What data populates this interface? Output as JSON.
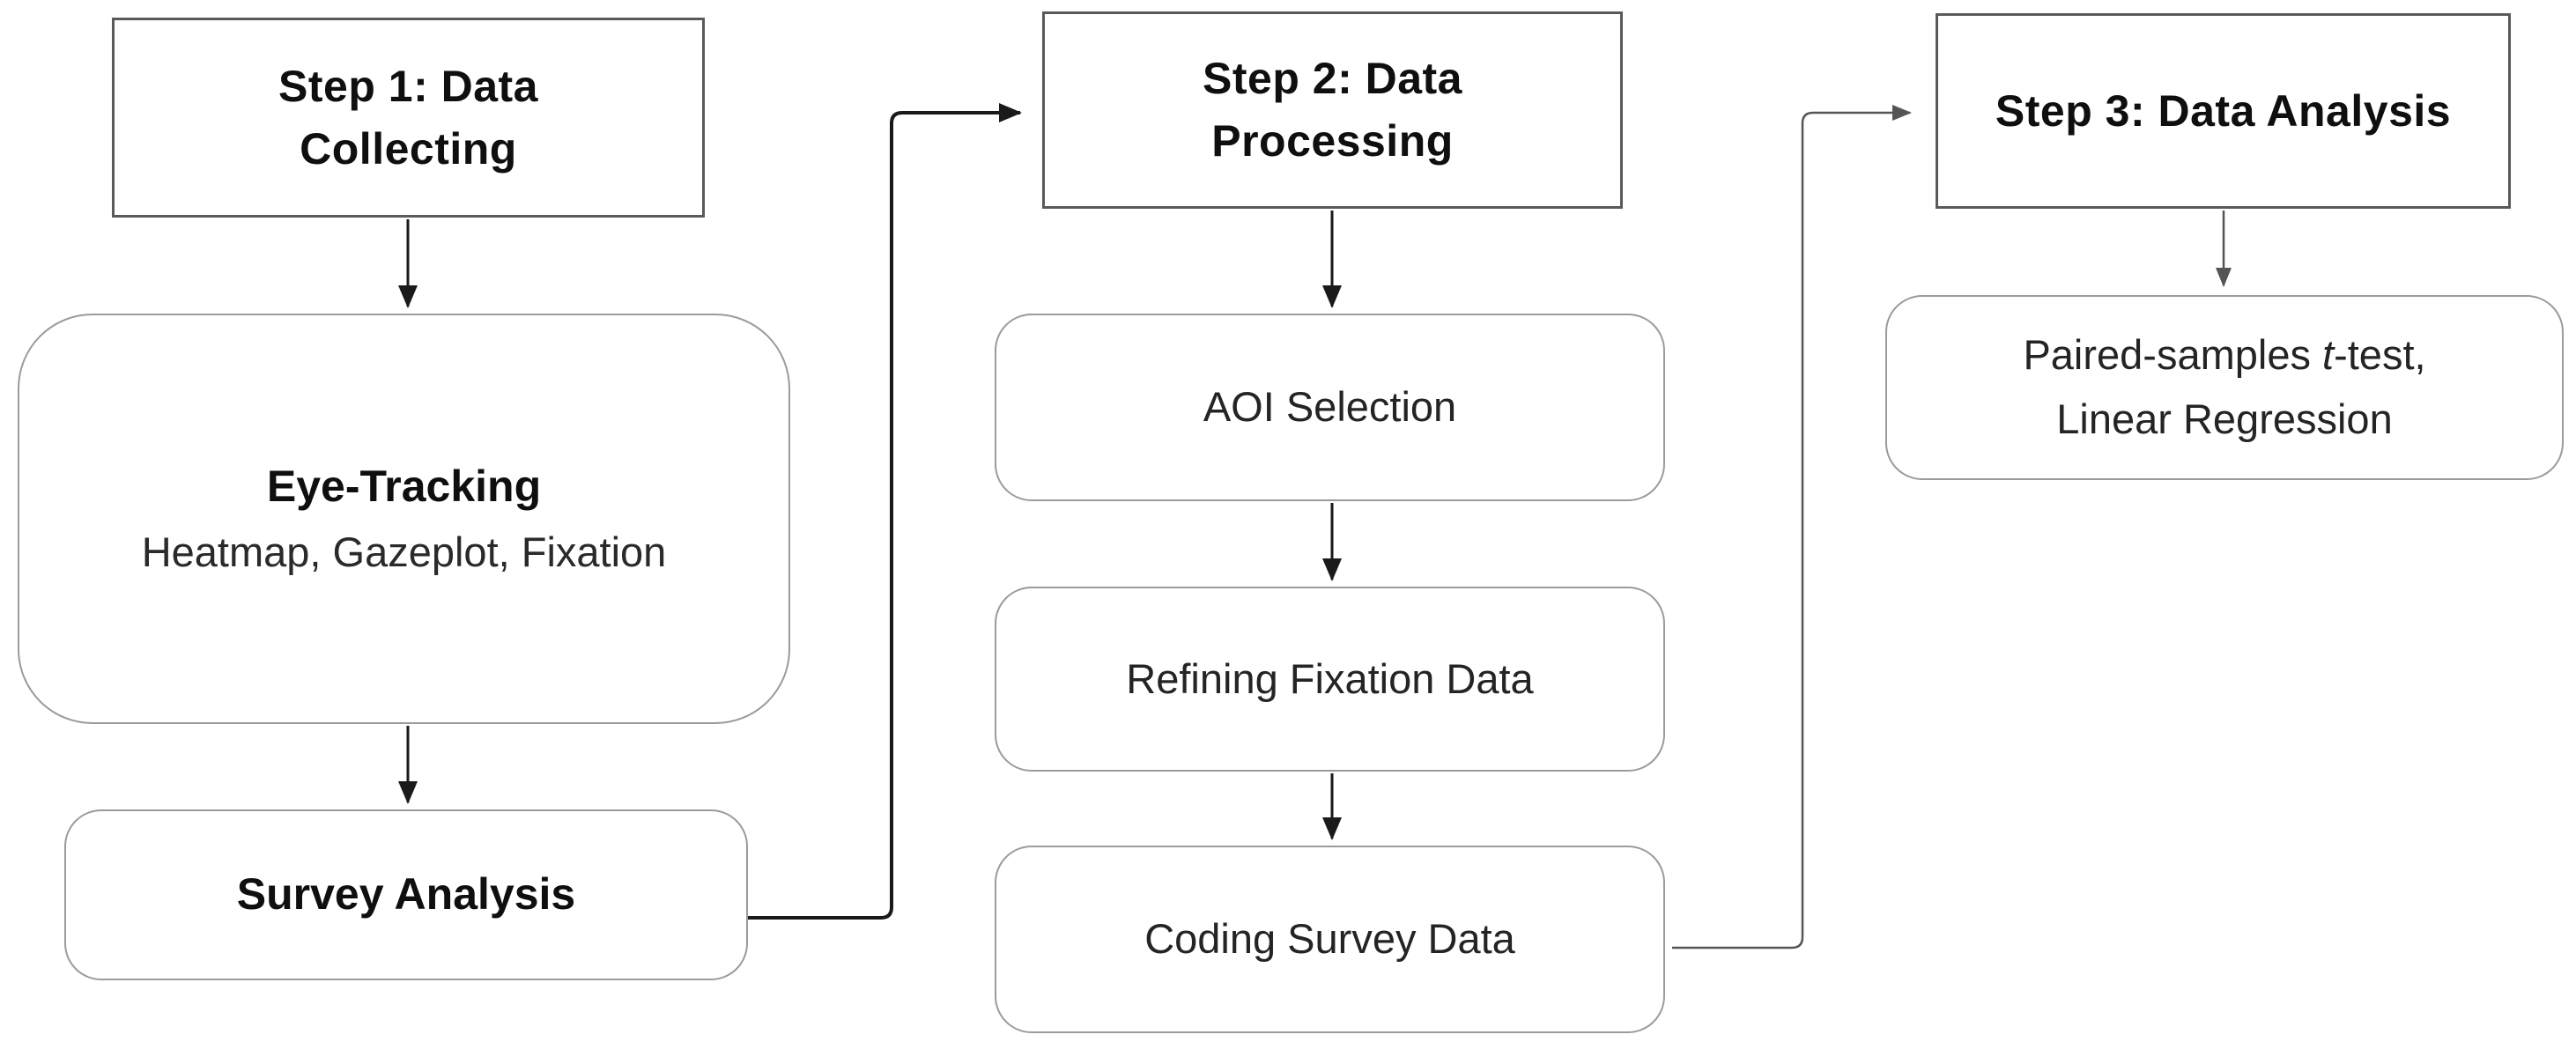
{
  "diagram": {
    "type": "flowchart",
    "step1": {
      "line1": "Step 1: Data",
      "line2": "Collecting"
    },
    "eyetracking": {
      "title": "Eye-Tracking",
      "subtitle": "Heatmap, Gazeplot, Fixation"
    },
    "survey": {
      "label": "Survey Analysis"
    },
    "step2": {
      "line1": "Step 2: Data",
      "line2": "Processing"
    },
    "aoi": {
      "label": "AOI Selection"
    },
    "refining": {
      "label": "Refining Fixation Data"
    },
    "coding": {
      "label": "Coding Survey Data"
    },
    "step3": {
      "label": "Step 3: Data Analysis"
    },
    "paired": {
      "line1_prefix": "Paired-samples ",
      "line1_italic": "t",
      "line1_suffix": "-test,",
      "line2": "Linear Regression"
    },
    "colors": {
      "background": "#ffffff",
      "header_border": "#5a5a5a",
      "node_border": "#9b9b9b",
      "arrow_primary": "#1a1a1a",
      "arrow_secondary": "#555555",
      "text": "#0f0f0f"
    }
  }
}
